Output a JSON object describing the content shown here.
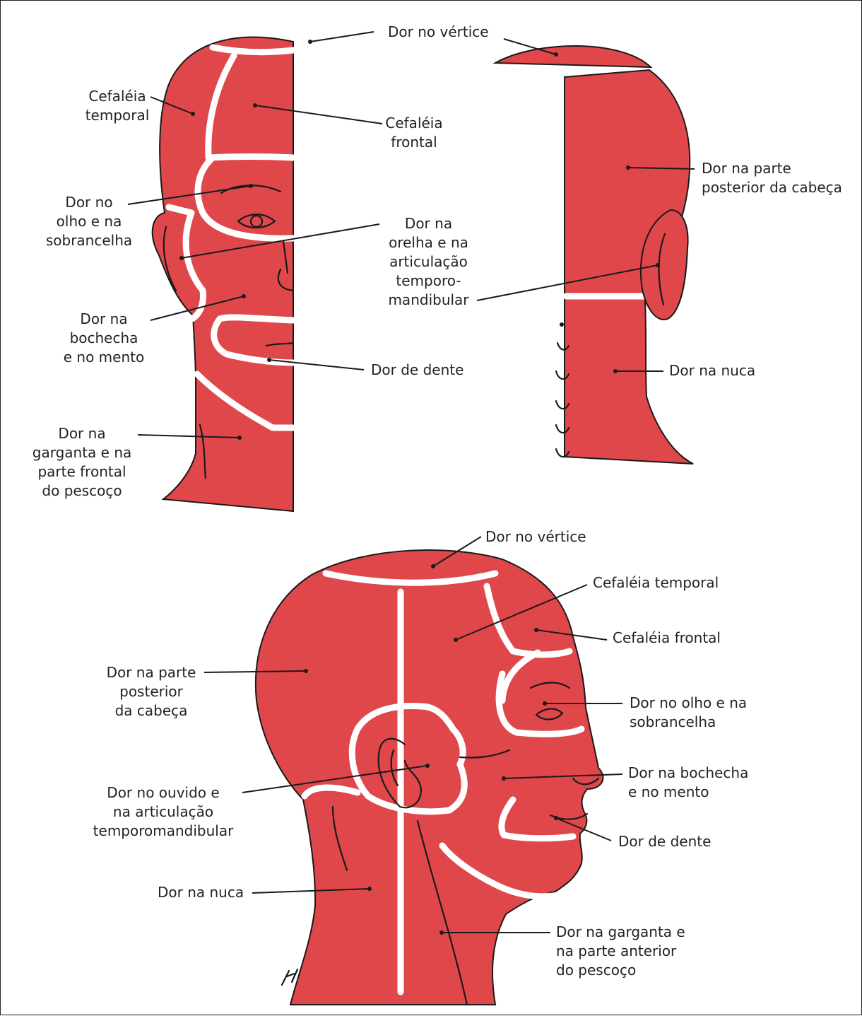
{
  "colors": {
    "region": "#e0474b",
    "outline": "#1a1a1a",
    "divider": "#ffffff",
    "background": "#ffffff"
  },
  "front": {
    "vertex": "Dor no vértice",
    "temporal": "Cefaléia\ntemporal",
    "frontal": "Cefaléia\nfrontal",
    "eye": "Dor no\nolho e na\nsobrancelha",
    "ear_tmj": "Dor na\norelha e na\narticulação\ntemporo-\nmandibular",
    "cheek": "Dor na\nbochecha\ne no mento",
    "tooth": "Dor de dente",
    "throat": "Dor na\ngarganta e na\nparte frontal\ndo pescoço"
  },
  "back": {
    "vertex": "Dor no vértice",
    "posterior": "Dor na parte\nposterior da cabeça",
    "nape": "Dor na nuca"
  },
  "side": {
    "vertex": "Dor no vértice",
    "temporal": "Cefaléia temporal",
    "frontal": "Cefaléia frontal",
    "posterior": "Dor na parte\nposterior\nda cabeça",
    "eye": "Dor no olho e na\nsobrancelha",
    "ear_tmj": "Dor no ouvido e\nna articulação\ntemporomandibular",
    "cheek": "Dor na bochecha\ne no mento",
    "tooth": "Dor de dente",
    "nape": "Dor na nuca",
    "throat": "Dor na garganta e\nna parte anterior\ndo pescoço"
  }
}
